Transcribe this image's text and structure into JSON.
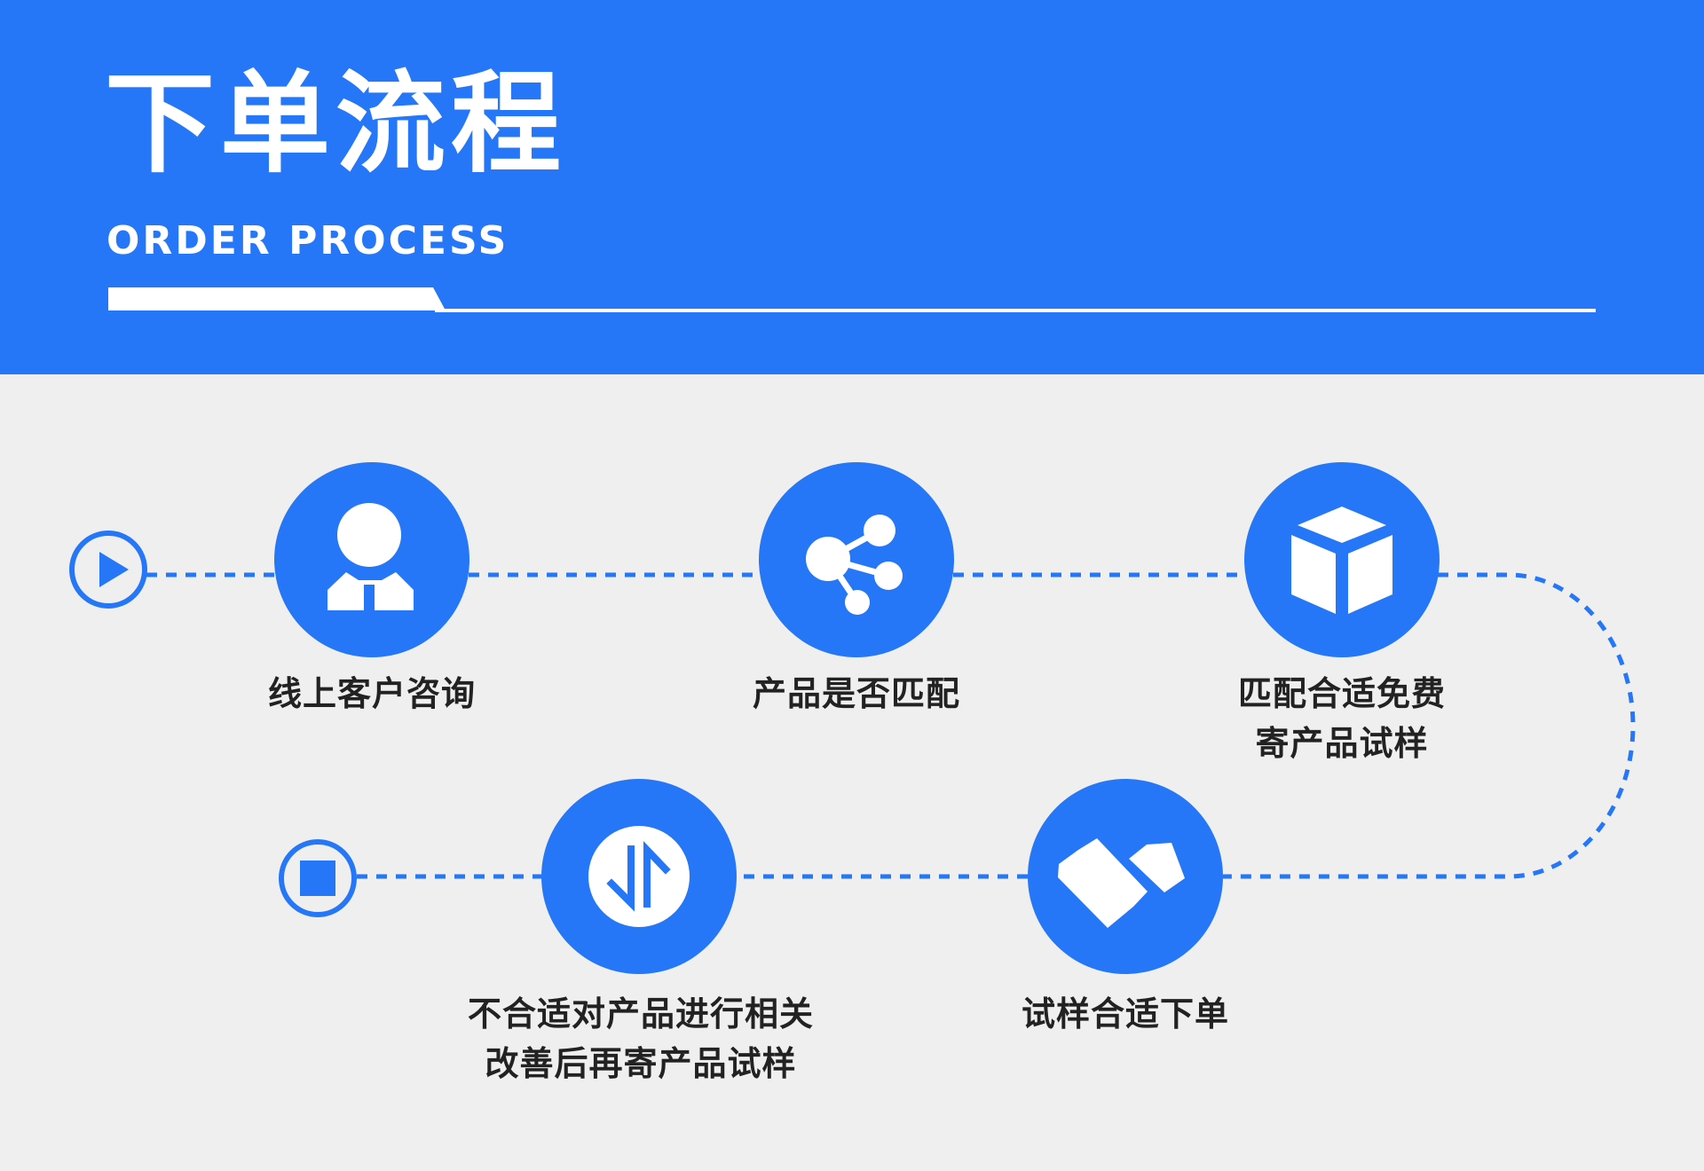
{
  "header": {
    "title": "下单流程",
    "subtitle": "ORDER PROCESS"
  },
  "colors": {
    "primary": "#2677f7",
    "background": "#efefef",
    "text": "#222222"
  },
  "steps": [
    {
      "icon": "user-icon",
      "lines": [
        "线上客户咨询"
      ]
    },
    {
      "icon": "share-icon",
      "lines": [
        "产品是否匹配"
      ]
    },
    {
      "icon": "box-icon",
      "lines": [
        "匹配合适免费",
        "寄产品试样"
      ]
    },
    {
      "icon": "handshake-icon",
      "lines": [
        "试样合适下单"
      ]
    },
    {
      "icon": "swap-arrows-icon",
      "lines": [
        "不合适对产品进行相关",
        "改善后再寄产品试样"
      ]
    }
  ],
  "markers": {
    "start": "play-icon",
    "end": "stop-icon"
  }
}
